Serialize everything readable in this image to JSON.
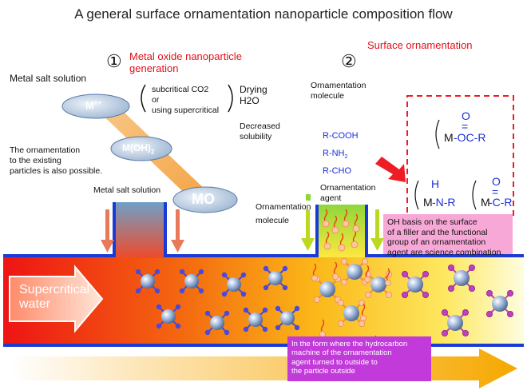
{
  "title": "A general surface ornamentation nanoparticle composition flow",
  "step1": {
    "num": "①",
    "label_line1": "Metal oxide nanoparticle",
    "label_line2": "generation"
  },
  "step2": {
    "num": "②",
    "label": "Surface ornamentation"
  },
  "metal_salt_solution_top": "Metal salt solution",
  "metal_salt_solution_lower": "Metal salt solution",
  "conditions": {
    "line1": "subcritical CO2",
    "line2": "or",
    "line3": "using supercritical"
  },
  "drying": {
    "line1": "Drying",
    "line2": "H2O"
  },
  "decreased": {
    "line1": "Decreased",
    "line2": "solubility"
  },
  "ellipses": {
    "m_ion": "M",
    "m_ion_sup": "n+",
    "m_oh": "M(OH)",
    "m_oh_sub": "2",
    "mo": "MO"
  },
  "existing_note": {
    "line1": "The ornamentation",
    "line2": "to the existing",
    "line3": "particles is also possible."
  },
  "ornamentation_molecule_top": {
    "line1": "Ornamentation",
    "line2": "molecule"
  },
  "groups": {
    "cooh": "R-COOH",
    "nh2": "R-NH",
    "nh2_sub": "2",
    "cho": "R-CHO"
  },
  "ornamentation_agent": {
    "line1": "Ornamentation",
    "line2": "agent"
  },
  "ornamentation_molecule_lower": {
    "line1": "Ornamentation",
    "line2": "molecule"
  },
  "structures": {
    "ester_o": "O",
    "ester_eq": "=",
    "ester_m": "M",
    "ester_group": "-OC-R",
    "amine_h": "H",
    "amine_m": "M",
    "amine_group": "-N-R",
    "ketone_o": "O",
    "ketone_eq": "=",
    "ketone_m": "M",
    "ketone_group": "-C-R"
  },
  "callout_oh": {
    "line1": "OH basis on the surface",
    "line2": "of a filler and the functional",
    "line3": "group of an ornamentation",
    "line4": "agent are science combination."
  },
  "callout_form": {
    "line1": "In the form where the hydrocarbon",
    "line2": "machine of the ornamentation",
    "line3": "agent turned to outside to",
    "line4": "the particle outside"
  },
  "supercritical": {
    "line1": "Supercritical",
    "line2": "water"
  },
  "colors": {
    "title_red": "#e0101a",
    "group_blue": "#1b2fd6",
    "pipe_blue": "#1a3ad8",
    "callout_pink": "#f7a8d6",
    "callout_purple": "#c23ad9",
    "dashed_red": "#ee1c24"
  }
}
